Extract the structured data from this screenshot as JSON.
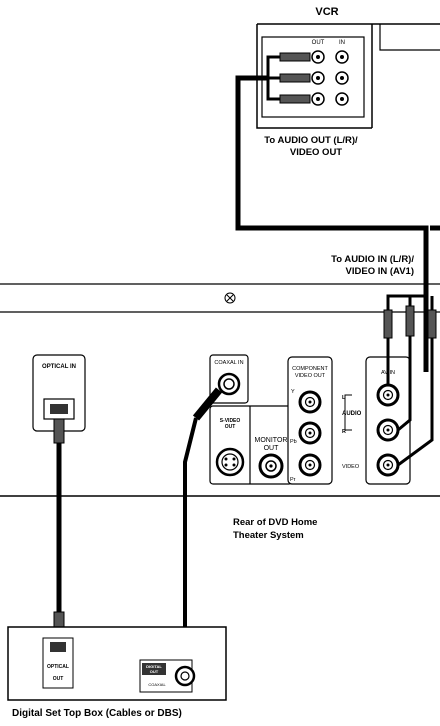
{
  "vcr": {
    "title": "VCR",
    "out_label": "OUT",
    "in_label": "IN",
    "caption_line1": "To AUDIO OUT (L/R)/",
    "caption_line2": "VIDEO OUT"
  },
  "av_in_caption": {
    "line1": "To AUDIO IN (L/R)/",
    "line2": "VIDEO IN (AV1)"
  },
  "panel": {
    "optical_in": "OPTICAL IN",
    "coaxial_in": "COAXAL IN",
    "component_line1": "COMPONENT",
    "component_line2": "VIDEO OUT",
    "comp_y": "Y",
    "comp_pb": "Pb",
    "comp_pr": "Pr",
    "svideo_line1": "S-VIDEO",
    "svideo_line2": "OUT",
    "monitor_line1": "MONITOR",
    "monitor_line2": "OUT",
    "av_in": "AV IN",
    "audio": "AUDIO",
    "l": "L",
    "r": "R",
    "video": "VIDEO"
  },
  "dvd_caption": {
    "line1": "Rear of DVD Home",
    "line2": "Theater System"
  },
  "settop": {
    "optical_line1": "OPTICAL",
    "optical_line2": "OUT",
    "digital_line1": "DIGITAL",
    "digital_line2": "OUT",
    "coaxial": "COAXIAL",
    "title": "Digital Set Top Box (Cables or DBS)"
  }
}
